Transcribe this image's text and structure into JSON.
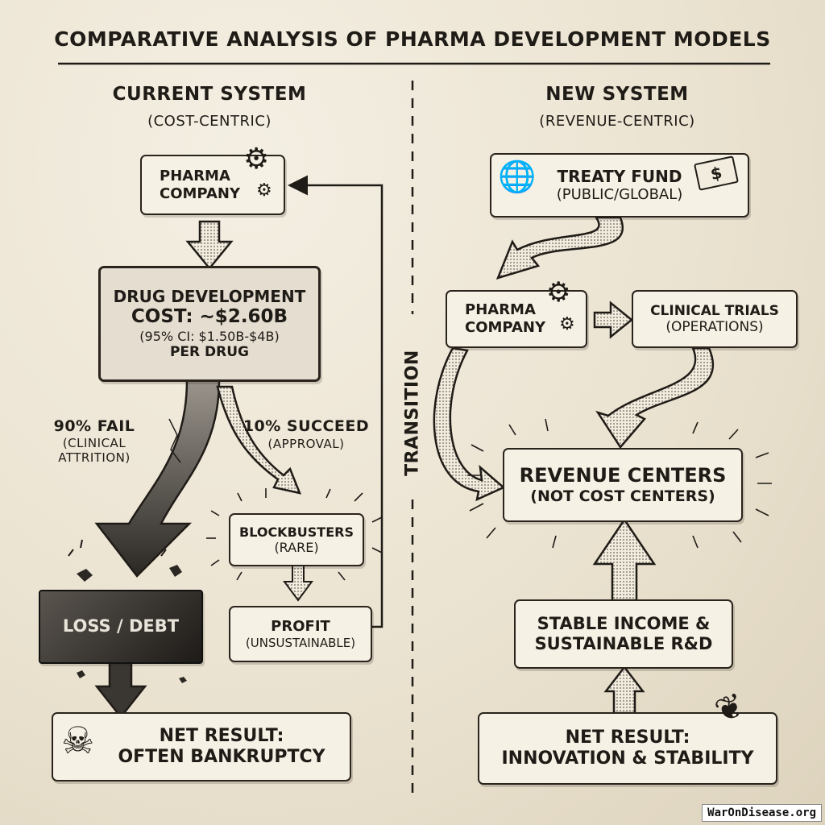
{
  "title": "COMPARATIVE ANALYSIS OF PHARMA DEVELOPMENT MODELS",
  "left": {
    "heading": "CURRENT SYSTEM",
    "subheading": "(COST-CENTRIC)",
    "pharma": {
      "line1": "PHARMA",
      "line2": "COMPANY"
    },
    "cost": {
      "line1": "DRUG DEVELOPMENT",
      "line2": "COST: ~$2.60B",
      "line3": "(95% CI: $1.50B-$4B)",
      "line4": "PER DRUG"
    },
    "fail": {
      "pct": "90% FAIL",
      "line2": "(CLINICAL",
      "line3": "ATTRITION)"
    },
    "succeed": {
      "pct": "10% SUCCEED",
      "line2": "(APPROVAL)"
    },
    "blockbusters": {
      "line1": "BLOCKBUSTERS",
      "line2": "(RARE)"
    },
    "loss": "LOSS / DEBT",
    "profit": {
      "line1": "PROFIT",
      "line2": "(UNSUSTAINABLE)"
    },
    "net": {
      "line1": "NET RESULT:",
      "line2": "OFTEN BANKRUPTCY"
    }
  },
  "transition": "TRANSITION",
  "right": {
    "heading": "NEW SYSTEM",
    "subheading": "(REVENUE-CENTRIC)",
    "treaty": {
      "line1": "TREATY FUND",
      "line2": "(PUBLIC/GLOBAL)"
    },
    "pharma": {
      "line1": "PHARMA",
      "line2": "COMPANY"
    },
    "trials": {
      "line1": "CLINICAL TRIALS",
      "line2": "(OPERATIONS)"
    },
    "revenue": {
      "line1": "REVENUE CENTERS",
      "line2": "(NOT COST CENTERS)"
    },
    "stable": {
      "line1": "STABLE INCOME &",
      "line2": "SUSTAINABLE R&D"
    },
    "net": {
      "line1": "NET RESULT:",
      "line2": "INNOVATION & STABILITY"
    }
  },
  "watermark": "WarOnDisease.org",
  "icons": {
    "gear": "gear-icon",
    "skull": "skull-icon",
    "globe": "globe-icon",
    "money": "money-icon",
    "leaf": "leaf-icon"
  },
  "colors": {
    "ink": "#1f1b16",
    "paper": "#ede6d6",
    "box": "#f6f1e5",
    "loss": "#3a3632"
  }
}
